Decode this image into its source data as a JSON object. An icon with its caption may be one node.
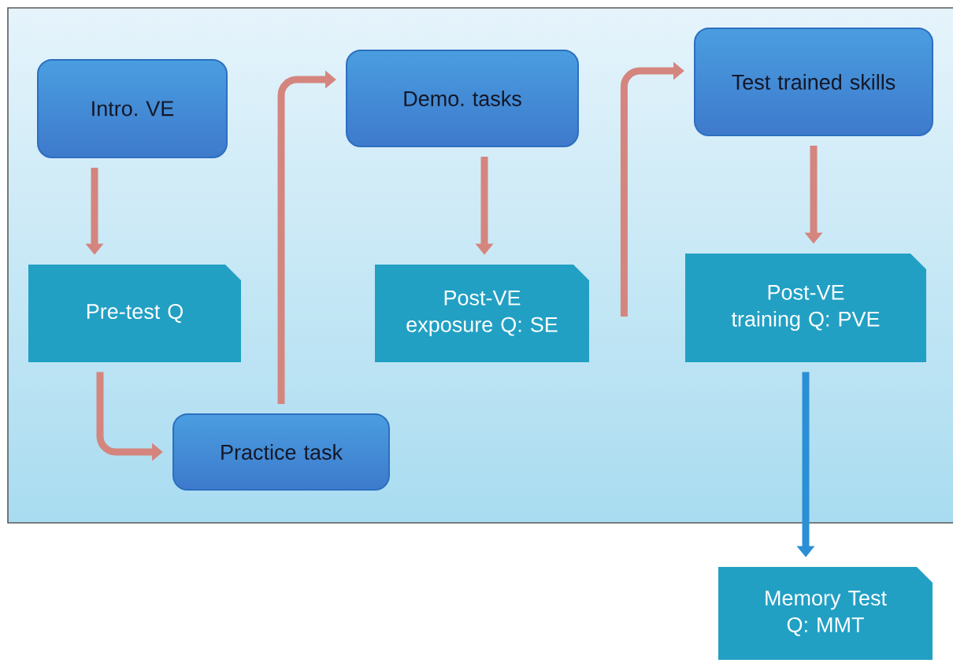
{
  "diagram": {
    "nodes": [
      {
        "text": [
          "Intro. VE"
        ]
      },
      {
        "text": [
          "Pre-test Q"
        ]
      },
      {
        "text": [
          "Practice task"
        ]
      },
      {
        "text": [
          "Demo. tasks"
        ]
      },
      {
        "text": [
          "Post-VE exposure Q: SE"
        ]
      },
      {
        "text": [
          "Test trained skills"
        ]
      },
      {
        "text": [
          "Post-VE training Q: PVE"
        ]
      },
      {
        "text": [
          "Memory Test Q: MMT"
        ]
      }
    ],
    "edges": [
      {
        "from": 0,
        "to": 1,
        "arrow": "to"
      },
      {
        "from": 1,
        "to": 2,
        "arrow": "to"
      },
      {
        "from": 2,
        "to": 3,
        "arrow": "to"
      },
      {
        "from": 3,
        "to": 4,
        "arrow": "to"
      },
      {
        "from": 4,
        "to": 5,
        "arrow": "to"
      },
      {
        "from": 5,
        "to": 6,
        "arrow": "to"
      },
      {
        "from": 6,
        "to": 7,
        "arrow": "to",
        "color": "#2a8fd4"
      }
    ]
  }
}
